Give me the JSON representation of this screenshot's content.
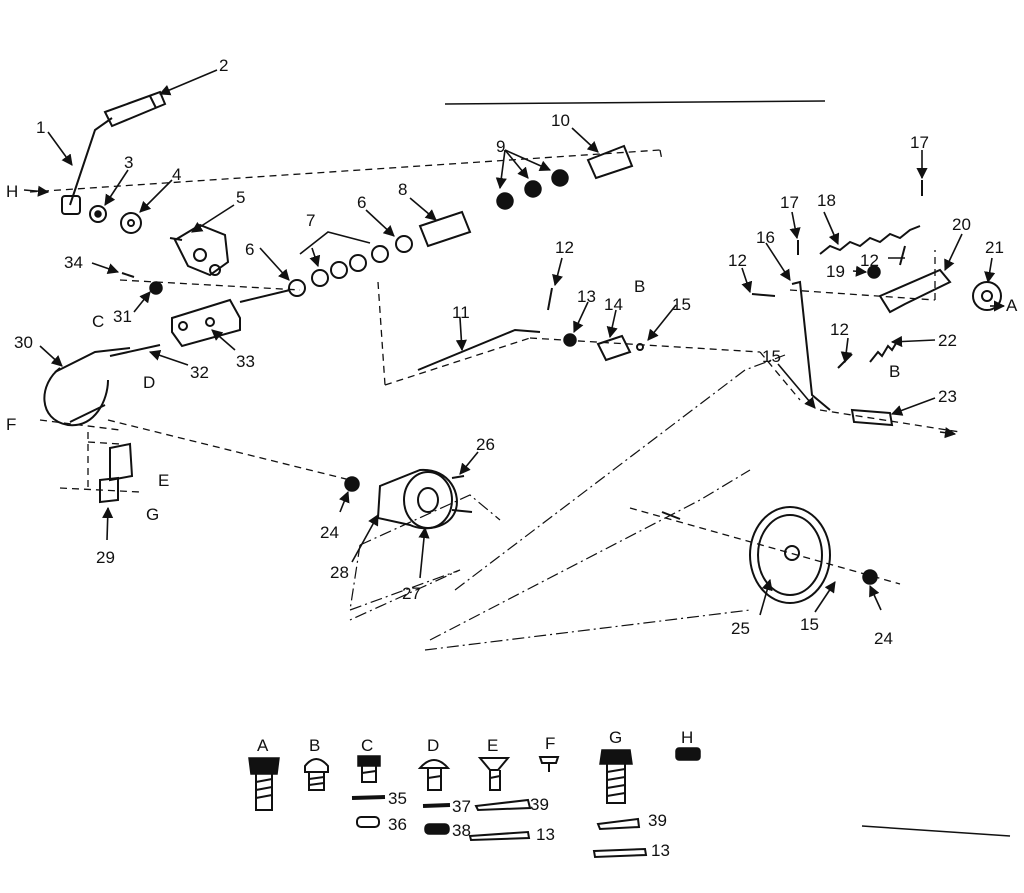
{
  "callouts": [
    "1",
    "2",
    "3",
    "4",
    "5",
    "6",
    "6",
    "7",
    "8",
    "9",
    "10",
    "11",
    "12",
    "12",
    "12",
    "12",
    "13",
    "14",
    "15",
    "15",
    "15",
    "16",
    "17",
    "17",
    "18",
    "19",
    "20",
    "21",
    "22",
    "23",
    "24",
    "24",
    "25",
    "26",
    "27",
    "28",
    "29",
    "30",
    "31",
    "32",
    "33",
    "34"
  ],
  "letters": [
    "H",
    "C",
    "D",
    "E",
    "F",
    "G",
    "B",
    "B",
    "A"
  ],
  "legend": {
    "heads": [
      "A",
      "B",
      "C",
      "D",
      "E",
      "F",
      "G",
      "H"
    ],
    "refs": [
      "35",
      "36",
      "37",
      "38",
      "39",
      "13",
      "39",
      "13"
    ]
  }
}
